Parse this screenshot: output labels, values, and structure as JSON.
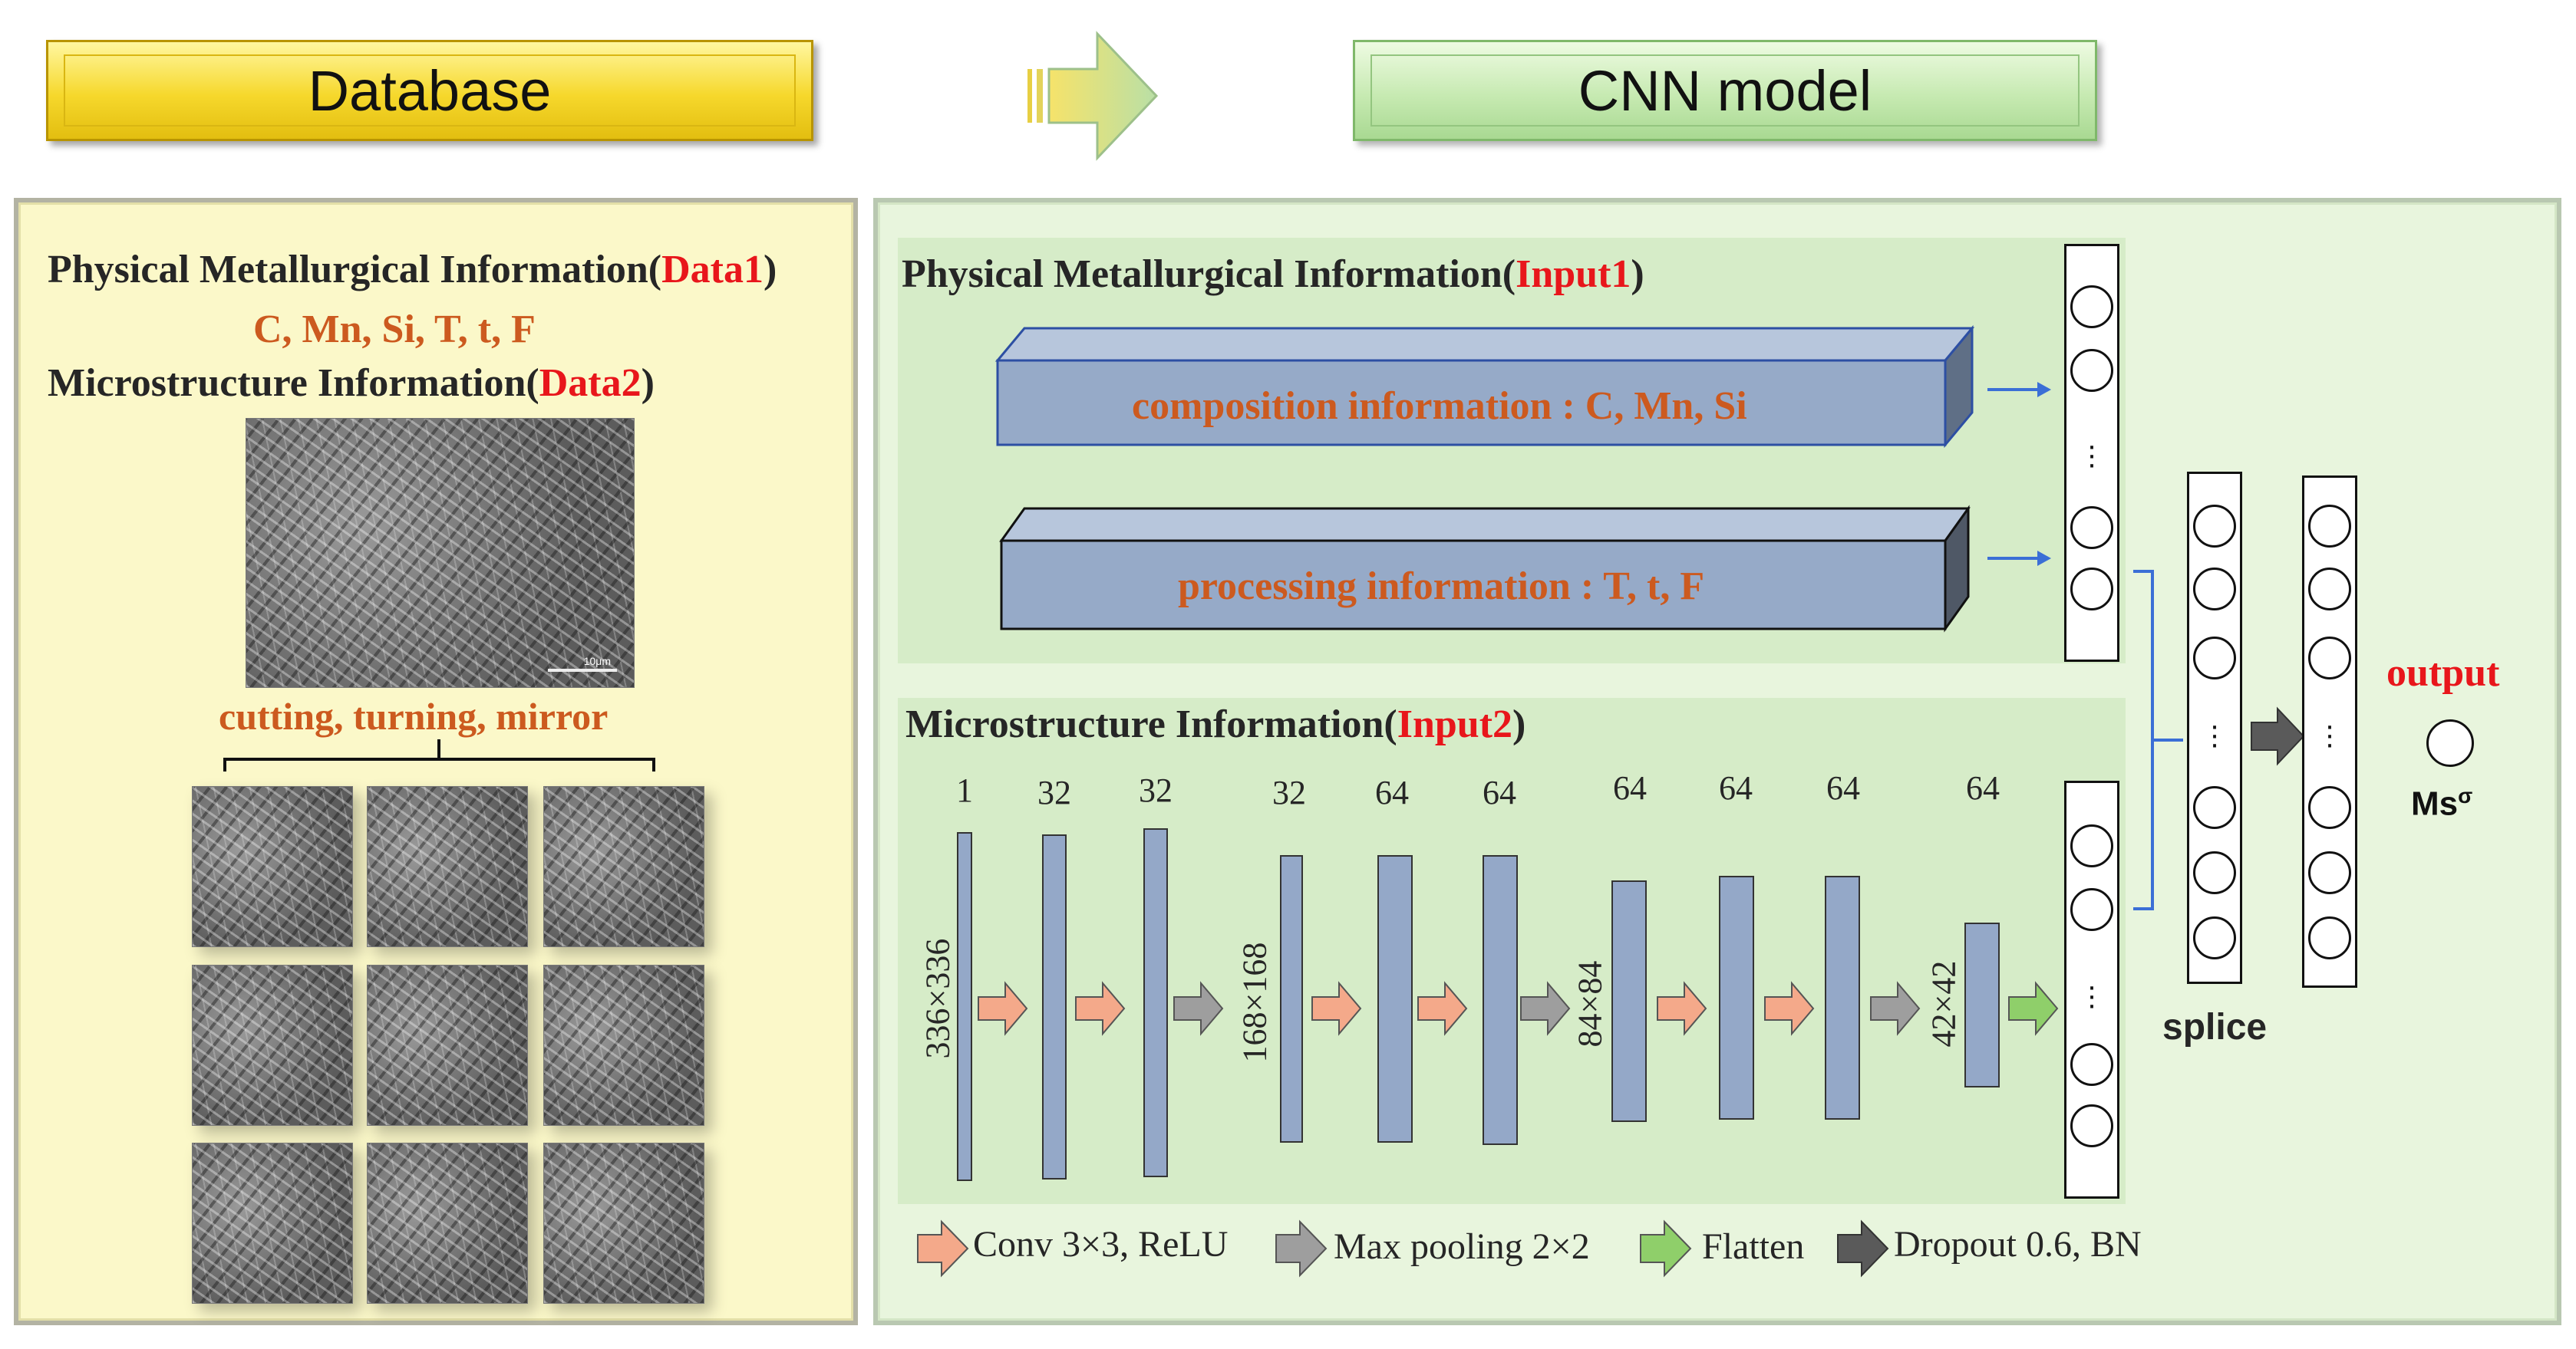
{
  "headers": {
    "database": "Database",
    "cnn": "CNN model"
  },
  "left_panel": {
    "data1_prefix": "Physical Metallurgical Information(",
    "data1_tag": "Data1",
    "data1_suffix": ")",
    "data1_vars": "C, Mn, Si, T, t, F",
    "data2_prefix": "Microstructure Information(",
    "data2_tag": "Data2",
    "data2_suffix": ")",
    "preprocess": "cutting, turning, mirror",
    "scalebar": "10μm"
  },
  "right_panel": {
    "input1_prefix": "Physical Metallurgical Information(",
    "input1_tag": "Input1",
    "input1_suffix": ")",
    "composition": "composition information : C, Mn, Si",
    "processing": "processing information : T, t, F",
    "input2_prefix": "Microstructure Information(",
    "input2_tag": "Input2",
    "input2_suffix": ")",
    "channels": [
      "1",
      "32",
      "32",
      "32",
      "64",
      "64",
      "64",
      "64",
      "64",
      "64"
    ],
    "sizes": [
      "336×336",
      "168×168",
      "84×84",
      "42×42"
    ],
    "splice": "splice",
    "output": "output",
    "ms": "Ms",
    "ms_sup": "σ"
  },
  "legend": {
    "conv": "Conv 3×3, ReLU",
    "pool": "Max pooling  2×2",
    "flatten": "Flatten",
    "dropout": "Dropout 0.6, BN"
  },
  "colors": {
    "conv_arrow": "#f4a98a",
    "pool_arrow": "#9e9e9e",
    "flatten_arrow": "#8fcf6a",
    "dropout_arrow": "#5a5a5a",
    "layer_bar": "#94a8c8",
    "blue_arrow": "#3b6fd6"
  }
}
